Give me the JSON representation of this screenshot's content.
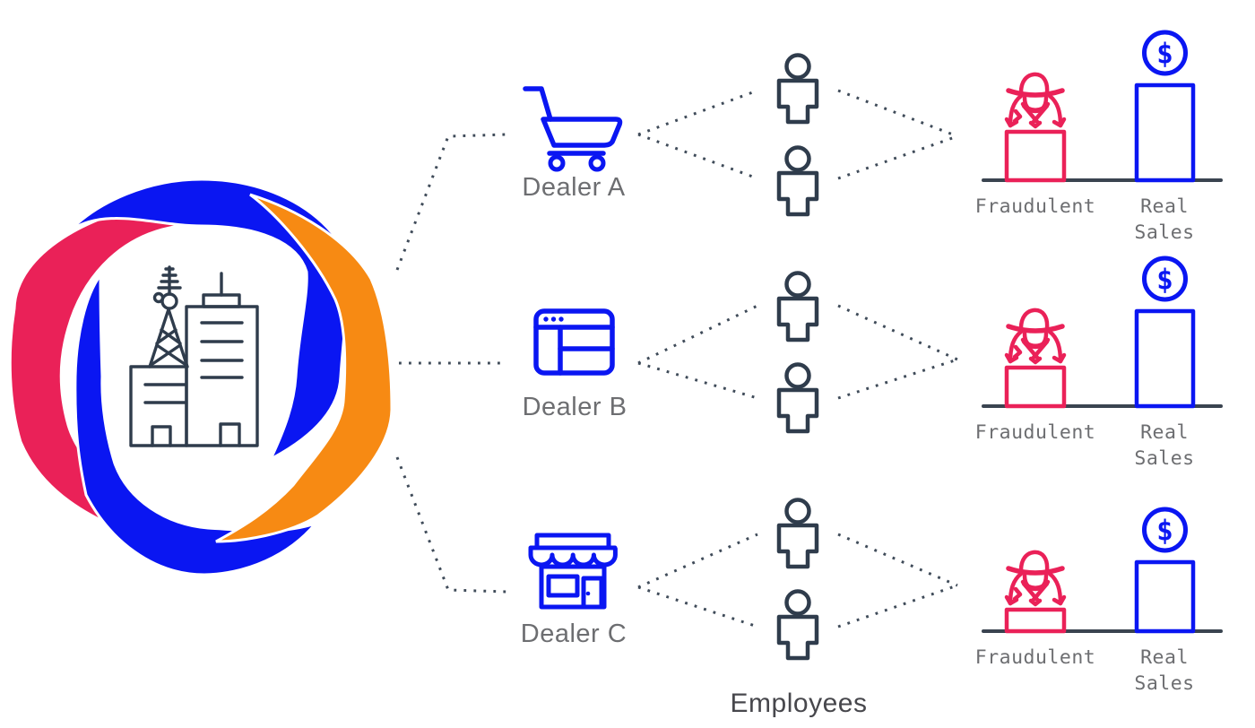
{
  "colors": {
    "blue": "#0a16f2",
    "pink": "#ea2158",
    "orange": "#f78a13",
    "navy": "#2f3c4c",
    "line": "#3f4b59",
    "baseline": "#3a4450",
    "graylabel": "#6d6e71",
    "darklabel": "#47474c"
  },
  "logo": {
    "name": "telecom-company-logo",
    "icon": "telecom-building-with-antenna-icon"
  },
  "dealers": [
    {
      "label": "Dealer A",
      "icon": "shopping-cart-icon"
    },
    {
      "label": "Dealer B",
      "icon": "browser-window-icon"
    },
    {
      "label": "Dealer C",
      "icon": "storefront-icon"
    }
  ],
  "employees": {
    "label": "Employees",
    "icon": "person-icon",
    "count_per_dealer": 2
  },
  "sales": {
    "labels": {
      "fraudulent": "Fraudulent",
      "real_line1": "Real",
      "real_line2": "Sales",
      "dollar": "$"
    },
    "groups": [
      {
        "dealer": "Dealer A",
        "fraudulent_height": 54,
        "real_height": 106
      },
      {
        "dealer": "Dealer B",
        "fraudulent_height": 43,
        "real_height": 106
      },
      {
        "dealer": "Dealer C",
        "fraudulent_height": 24,
        "real_height": 77
      }
    ]
  },
  "chart_data": [
    {
      "type": "bar",
      "categories": [
        "Fraudulent",
        "Real Sales"
      ],
      "values": [
        54,
        106
      ],
      "title": "Dealer A sales mix (relative bar heights)"
    },
    {
      "type": "bar",
      "categories": [
        "Fraudulent",
        "Real Sales"
      ],
      "values": [
        43,
        106
      ],
      "title": "Dealer B sales mix (relative bar heights)"
    },
    {
      "type": "bar",
      "categories": [
        "Fraudulent",
        "Real Sales"
      ],
      "values": [
        24,
        77
      ],
      "title": "Dealer C sales mix (relative bar heights)"
    }
  ]
}
